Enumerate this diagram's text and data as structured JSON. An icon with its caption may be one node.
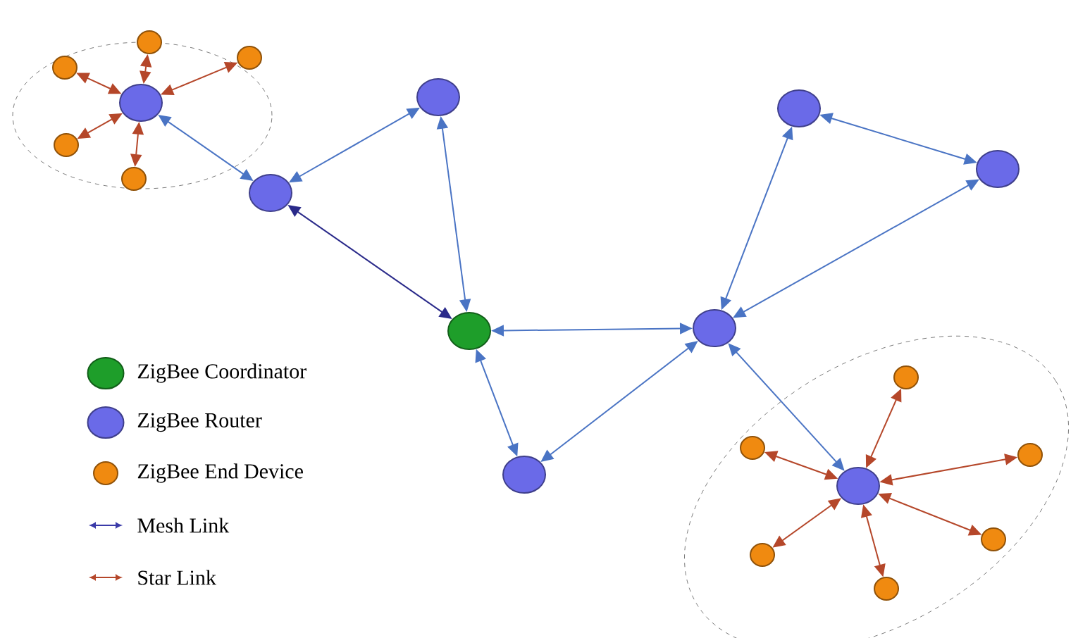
{
  "diagram": {
    "nodes": [
      {
        "text": [],
        "shape": "circle"
      },
      {
        "text": [],
        "shape": "circle"
      },
      {
        "text": [],
        "shape": "circle"
      },
      {
        "text": [],
        "shape": "circle"
      },
      {
        "text": [],
        "shape": "circle"
      },
      {
        "text": [],
        "shape": "circle"
      },
      {
        "text": [],
        "shape": "circle"
      },
      {
        "text": [],
        "shape": "circle"
      },
      {
        "text": [],
        "shape": "circle"
      },
      {
        "text": [],
        "shape": "circle"
      },
      {
        "text": [],
        "shape": "circle"
      },
      {
        "text": [],
        "shape": "circle"
      },
      {
        "text": [],
        "shape": "circle"
      },
      {
        "text": [],
        "shape": "circle"
      },
      {
        "text": [],
        "shape": "circle"
      },
      {
        "text": [],
        "shape": "circle"
      },
      {
        "text": [],
        "shape": "circle"
      },
      {
        "text": [],
        "shape": "circle"
      },
      {
        "text": [],
        "shape": "circle"
      },
      {
        "text": [],
        "shape": "circle"
      }
    ],
    "edges": [
      {
        "from": 4,
        "to": 0,
        "arrow": "both",
        "color": "#b5472a"
      },
      {
        "from": 4,
        "to": 1,
        "arrow": "both",
        "color": "#b5472a"
      },
      {
        "from": 4,
        "to": 2,
        "arrow": "both",
        "color": "#b5472a"
      },
      {
        "from": 4,
        "to": 6,
        "arrow": "both",
        "color": "#b5472a"
      },
      {
        "from": 4,
        "to": 8,
        "arrow": "both",
        "color": "#b5472a"
      },
      {
        "from": 4,
        "to": 9,
        "arrow": "both",
        "color": "#4a74c4"
      },
      {
        "from": 9,
        "to": 3,
        "arrow": "both",
        "color": "#4a74c4"
      },
      {
        "from": 9,
        "to": 11,
        "arrow": "both",
        "color": "#2a2a8a"
      },
      {
        "from": 3,
        "to": 11,
        "arrow": "both",
        "color": "#4a74c4"
      },
      {
        "from": 11,
        "to": 10,
        "arrow": "both",
        "color": "#4a74c4"
      },
      {
        "from": 11,
        "to": 15,
        "arrow": "both",
        "color": "#4a74c4"
      },
      {
        "from": 15,
        "to": 10,
        "arrow": "both",
        "color": "#4a74c4"
      },
      {
        "from": 10,
        "to": 5,
        "arrow": "both",
        "color": "#4a74c4"
      },
      {
        "from": 5,
        "to": 7,
        "arrow": "both",
        "color": "#4a74c4"
      },
      {
        "from": 7,
        "to": 10,
        "arrow": "both",
        "color": "#4a74c4"
      },
      {
        "from": 10,
        "to": 16,
        "arrow": "both",
        "color": "#4a74c4"
      },
      {
        "from": 16,
        "to": 12,
        "arrow": "both",
        "color": "#b5472a"
      },
      {
        "from": 16,
        "to": 13,
        "arrow": "both",
        "color": "#b5472a"
      },
      {
        "from": 16,
        "to": 14,
        "arrow": "both",
        "color": "#b5472a"
      },
      {
        "from": 16,
        "to": 17,
        "arrow": "both",
        "color": "#b5472a"
      },
      {
        "from": 16,
        "to": 18,
        "arrow": "both",
        "color": "#b5472a"
      },
      {
        "from": 16,
        "to": 19,
        "arrow": "both",
        "color": "#b5472a"
      }
    ],
    "legend": [
      {
        "text": "ZigBee Coordinator",
        "color": "#1e9e2a"
      },
      {
        "text": "ZigBee Router",
        "color": "#6a6ae8"
      },
      {
        "text": "ZigBee End Device",
        "color": "#f08a10"
      },
      {
        "text": "Mesh Link"
      },
      {
        "text": "Star Link"
      }
    ]
  }
}
